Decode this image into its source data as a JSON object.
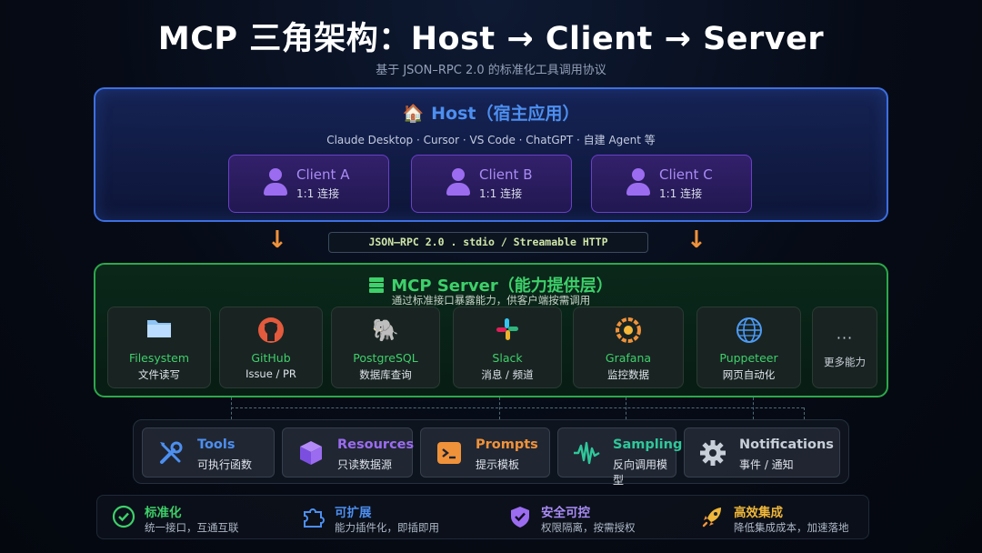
{
  "title": "MCP 三角架构：Host → Client → Server",
  "subtitle": "基于 JSON–RPC 2.0 的标准化工具调用协议",
  "host": {
    "icon": "house-icon",
    "title": "Host（宿主应用）",
    "description": "Claude Desktop · Cursor · VS Code · ChatGPT · 自建 Agent 等",
    "clients": [
      {
        "name": "Client A",
        "sub": "1:1 连接"
      },
      {
        "name": "Client B",
        "sub": "1:1 连接"
      },
      {
        "name": "Client C",
        "sub": "1:1 连接"
      }
    ]
  },
  "protocol": "JSON–RPC 2.0 . stdio / Streamable HTTP",
  "server": {
    "icon": "server-icon",
    "title": "MCP Server（能力提供层）",
    "description": "通过标准接口暴露能力，供客户端按需调用",
    "capabilities": [
      {
        "name": "Filesystem",
        "sub": "文件读写",
        "icon": "folder-icon"
      },
      {
        "name": "GitHub",
        "sub": "Issue / PR",
        "icon": "github-icon"
      },
      {
        "name": "PostgreSQL",
        "sub": "数据库查询",
        "icon": "elephant-icon"
      },
      {
        "name": "Slack",
        "sub": "消息 / 频道",
        "icon": "slack-icon"
      },
      {
        "name": "Grafana",
        "sub": "监控数据",
        "icon": "grafana-icon"
      },
      {
        "name": "Puppeteer",
        "sub": "网页自动化",
        "icon": "globe-icon"
      }
    ],
    "more": {
      "dots": "···",
      "label": "更多能力"
    }
  },
  "primitives": [
    {
      "name": "Tools",
      "sub": "可执行函数",
      "icon": "tools-icon",
      "color": "#4d8ff0"
    },
    {
      "name": "Resources",
      "sub": "只读数据源",
      "icon": "cube-icon",
      "color": "#9b6cf0"
    },
    {
      "name": "Prompts",
      "sub": "提示模板",
      "icon": "terminal-icon",
      "color": "#f0923a"
    },
    {
      "name": "Sampling",
      "sub": "反向调用模型",
      "icon": "waveform-icon",
      "color": "#2fc79a"
    },
    {
      "name": "Notifications",
      "sub": "事件 / 通知",
      "icon": "gear-icon",
      "color": "#c9cfd8"
    }
  ],
  "benefits": [
    {
      "name": "标准化",
      "sub": "统一接口，互通互联",
      "icon": "check-circle-icon",
      "color": "#3ed06a"
    },
    {
      "name": "可扩展",
      "sub": "能力插件化，即插即用",
      "icon": "puzzle-icon",
      "color": "#4d8ff0"
    },
    {
      "name": "安全可控",
      "sub": "权限隔离，按需授权",
      "icon": "shield-icon",
      "color": "#9b6cf0"
    },
    {
      "name": "高效集成",
      "sub": "降低集成成本，加速落地",
      "icon": "rocket-icon",
      "color": "#f0b73a"
    }
  ],
  "colors": {
    "host_border": "#3d6fe0",
    "client_accent": "#9b6cf0",
    "server_accent": "#3ed06a",
    "arrow": "#f0923a"
  }
}
